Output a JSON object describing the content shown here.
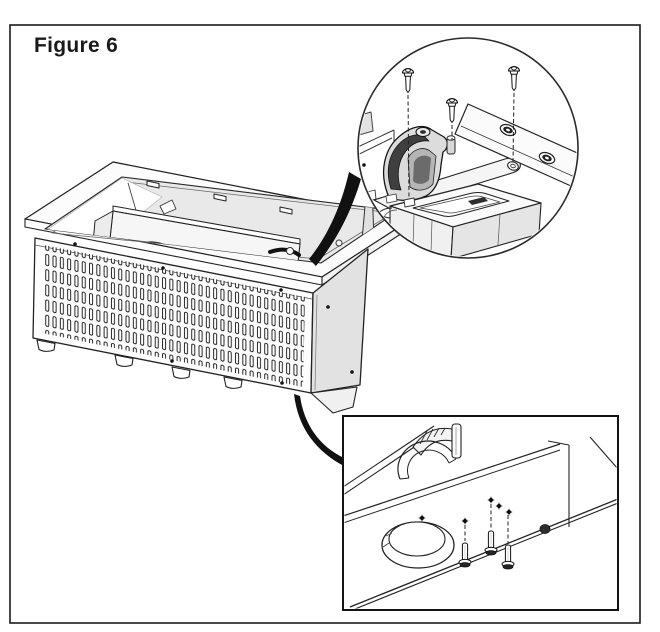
{
  "figure": {
    "label": "Figure 6"
  },
  "colors": {
    "line": "#1a1a1a",
    "background": "#ffffff",
    "panel_shade": "#e2e2e2",
    "interior_shade": "#e9e9e9",
    "dark_fill": "#3f3f3f",
    "leader_fill": "#111111"
  },
  "callouts": {
    "top_circle": {
      "shape": "circle",
      "screws_shown": 3,
      "parts_shown": [
        "corner-bracket",
        "mounting-strap-with-eyelet",
        "rail-with-two-grommets",
        "blower-housing"
      ]
    },
    "bottom_inset": {
      "shape": "rectangle",
      "screws_shown": 3,
      "screw_hole_marks": 5,
      "round_knockout_holes": 1,
      "parts_shown": [
        "cable-channel-arch",
        "base-deck-edge"
      ]
    }
  },
  "main_unit": {
    "view": "isometric",
    "vent_slot_rows": 6,
    "feet_shown": 4,
    "leader_lines": 2
  }
}
